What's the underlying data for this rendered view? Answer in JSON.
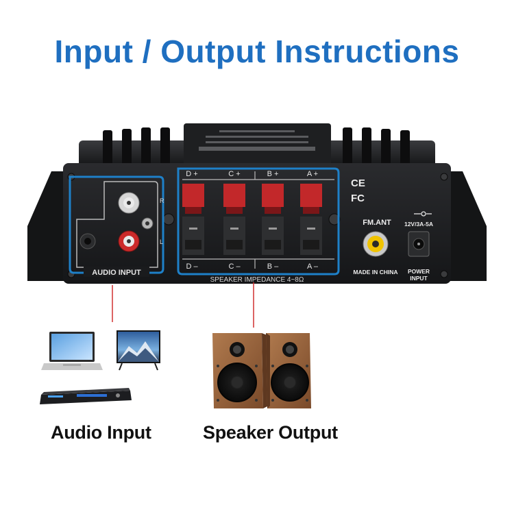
{
  "title": "Input / Output Instructions",
  "colors": {
    "title": "#1f6fc0",
    "highlight": "#1e80c8",
    "connector": "#d03030",
    "panel": "#1b1c1e",
    "terminal_red": "#c2282a"
  },
  "panel": {
    "terminal_labels_top": [
      "D +",
      "C +",
      "B +",
      "A +"
    ],
    "terminal_labels_bottom": [
      "D –",
      "C –",
      "B –",
      "A –"
    ],
    "audio_input_label": "AUDIO INPUT",
    "rca_right": "R",
    "rca_left": "L",
    "speaker_impedance": "SPEAKER IMPEDANCE 4~8Ω",
    "fm_ant": "FM.ANT",
    "made_in": "MADE IN CHINA",
    "power_rating": "12V/3A-5A",
    "power_input_1": "POWER",
    "power_input_2": "INPUT",
    "ce_mark": "CE",
    "fc_mark": "FC"
  },
  "captions": {
    "audio_input": "Audio Input",
    "speaker_output": "Speaker Output"
  },
  "icons": [
    "laptop-icon",
    "tv-icon",
    "dvd-player-icon",
    "speakers-icon"
  ]
}
